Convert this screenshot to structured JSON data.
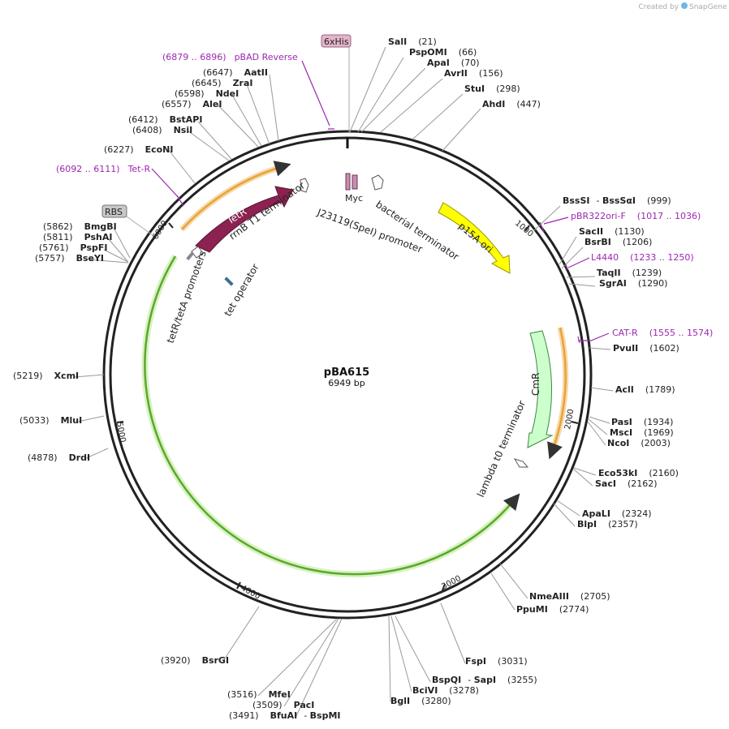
{
  "header": {
    "credit": "Created by",
    "brand": "SnapGene"
  },
  "plasmid": {
    "name": "pBA615",
    "length_label": "6949 bp"
  },
  "ticks": [
    "1000",
    "2000",
    "3000",
    "4000",
    "5000",
    "6000"
  ],
  "sites": [
    {
      "name": "SalI",
      "pos": "(21)"
    },
    {
      "name": "PspOMI",
      "pos": "(66)"
    },
    {
      "name": "ApaI",
      "pos": "(70)"
    },
    {
      "name": "AvrII",
      "pos": "(156)"
    },
    {
      "name": "StuI",
      "pos": "(298)"
    },
    {
      "name": "AhdI",
      "pos": "(447)"
    },
    {
      "name": "BssSI",
      "name2": "BssSαI",
      "pos": "(999)"
    },
    {
      "name": "SacII",
      "pos": "(1130)"
    },
    {
      "name": "BsrBI",
      "pos": "(1206)"
    },
    {
      "name": "TaqII",
      "pos": "(1239)"
    },
    {
      "name": "SgrAI",
      "pos": "(1290)"
    },
    {
      "name": "PvuII",
      "pos": "(1602)"
    },
    {
      "name": "AclI",
      "pos": "(1789)"
    },
    {
      "name": "PasI",
      "pos": "(1934)"
    },
    {
      "name": "MscI",
      "pos": "(1969)"
    },
    {
      "name": "NcoI",
      "pos": "(2003)"
    },
    {
      "name": "Eco53kI",
      "pos": "(2160)"
    },
    {
      "name": "SacI",
      "pos": "(2162)"
    },
    {
      "name": "ApaLI",
      "pos": "(2324)"
    },
    {
      "name": "BlpI",
      "pos": "(2357)"
    },
    {
      "name": "NmeAIII",
      "pos": "(2705)"
    },
    {
      "name": "PpuMI",
      "pos": "(2774)"
    },
    {
      "name": "FspI",
      "pos": "(3031)"
    },
    {
      "name": "BspQI",
      "name2": "SapI",
      "pos": "(3255)"
    },
    {
      "name": "BciVI",
      "pos": "(3278)"
    },
    {
      "name": "BglI",
      "pos": "(3280)"
    },
    {
      "name": "BsrGI",
      "pos": "(3920)"
    },
    {
      "name": "MfeI",
      "pos": "(3516)"
    },
    {
      "name": "PacI",
      "pos": "(3509)"
    },
    {
      "name": "BfuAI",
      "name2": "BspMI",
      "pos": "(3491)"
    },
    {
      "name": "DrdI",
      "pos": "(4878)"
    },
    {
      "name": "MluI",
      "pos": "(5033)"
    },
    {
      "name": "XcmI",
      "pos": "(5219)"
    },
    {
      "name": "BmgBI",
      "pos": "(5862)"
    },
    {
      "name": "PshAI",
      "pos": "(5811)"
    },
    {
      "name": "PspFI",
      "pos": "(5761)"
    },
    {
      "name": "BseYI",
      "pos": "(5757)"
    },
    {
      "name": "EcoNI",
      "pos": "(6227)"
    },
    {
      "name": "BstAPI",
      "pos": "(6412)"
    },
    {
      "name": "NsiI",
      "pos": "(6408)"
    },
    {
      "name": "AleI",
      "pos": "(6557)"
    },
    {
      "name": "NdeI",
      "pos": "(6598)"
    },
    {
      "name": "ZraI",
      "pos": "(6645)"
    },
    {
      "name": "AatII",
      "pos": "(6647)"
    }
  ],
  "primers": [
    {
      "name": "pBAD Reverse",
      "range": "(6879 .. 6896)"
    },
    {
      "name": "Tet-R",
      "range": "(6092 .. 6111)"
    },
    {
      "name": "pBR322ori-F",
      "range": "(1017 .. 1036)"
    },
    {
      "name": "L4440",
      "range": "(1233 .. 1250)"
    },
    {
      "name": "CAT-R",
      "range": "(1555 .. 1574)"
    }
  ],
  "features": {
    "tetr": "TetR",
    "p15a": "p15A ori",
    "cmr": "CmR",
    "myc": "Myc",
    "his": "6xHis",
    "rbs": "RBS",
    "rrnb": "rrnB T1 terminator",
    "j23119": "J23119(SpeI) promoter",
    "bact": "bacterial terminator",
    "lambda": "lambda t0 terminator",
    "tetpromo": "tetR/tetA promoters",
    "tetop": "tet operator"
  },
  "colors": {
    "tetr": "#8b2252",
    "p15a": "#ffff00",
    "cmr": "#ccffcc",
    "orange": "#e8a33a",
    "green": "#7ec84a",
    "primer": "#9c27b0",
    "backbone": "#222222"
  }
}
